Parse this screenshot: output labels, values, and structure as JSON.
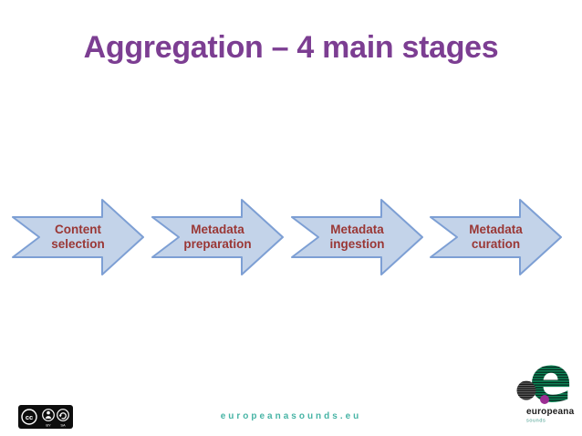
{
  "slide": {
    "title": "Aggregation – 4 main stages",
    "stages": [
      {
        "label": "Content\nselection"
      },
      {
        "label": "Metadata\npreparation"
      },
      {
        "label": "Metadata\ningestion"
      },
      {
        "label": "Metadata\ncuration"
      }
    ],
    "footer_url": "europeanasounds.eu",
    "license_badge": {
      "cc": "cc",
      "by": "BY",
      "sa": "SA"
    },
    "logo": {
      "brand": "europeana",
      "sub": "sounds",
      "letter": "e"
    },
    "colors": {
      "title_color": "#7c3e92",
      "arrow_fill": "#c3d3e9",
      "arrow_border": "#7d9fd4",
      "arrow_text": "#9a3735",
      "footer_link": "#47b4a5",
      "logo_green": "#0e8f5c",
      "logo_purple": "#9b2d93",
      "license_bg": "#0d0d0d"
    }
  }
}
